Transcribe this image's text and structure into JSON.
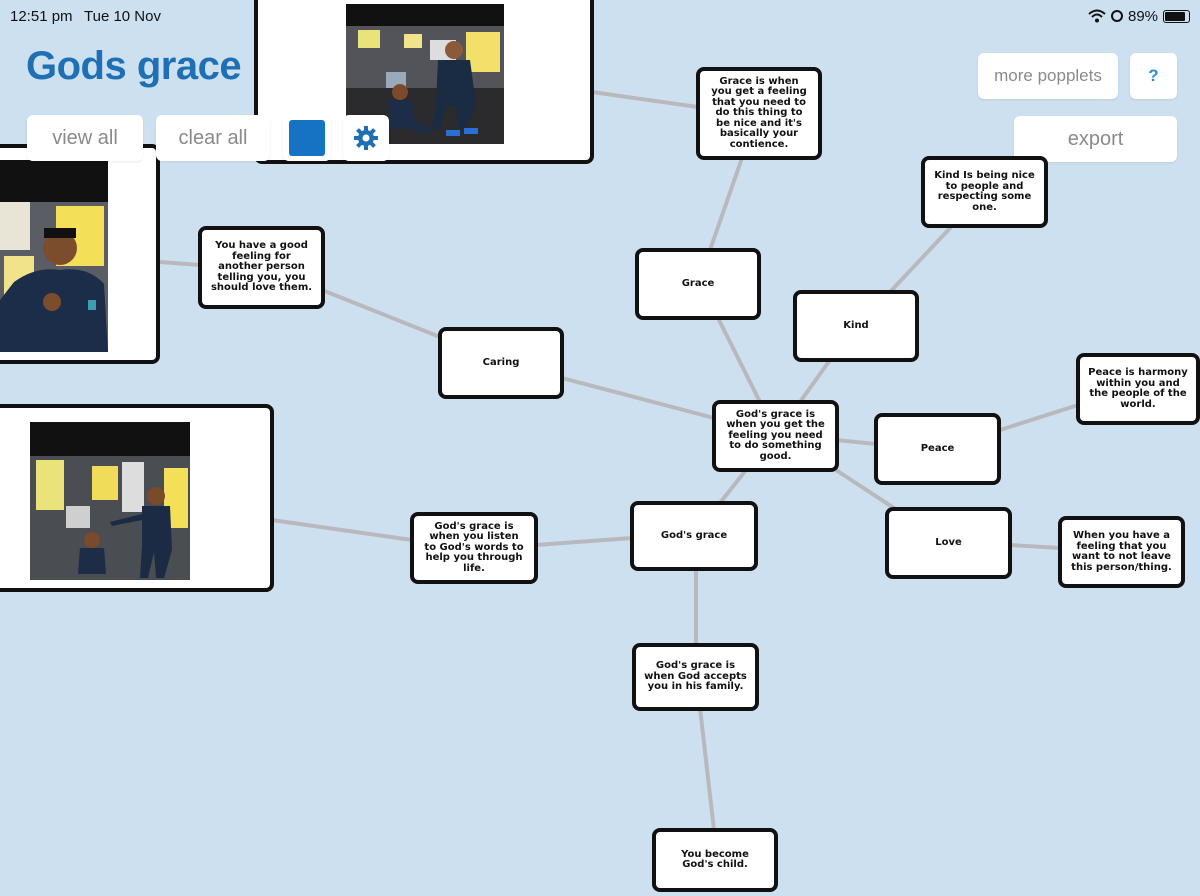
{
  "status_bar": {
    "time": "12:51 pm",
    "date": "Tue 10 Nov",
    "battery": "89%"
  },
  "board_title": "Gods grace",
  "toolbar": {
    "view_all": "view all",
    "clear_all": "clear all",
    "color_swatch": "#1673c4",
    "more_popplets": "more popplets",
    "help": "?",
    "export": "export"
  },
  "nodes": {
    "grace_definition": "Grace is when you get a feeling that you need to do this thing to be nice and it's basically your contience.",
    "kind_definition": "Kind Is being nice to people and respecting some one.",
    "grace": "Grace",
    "kind": "Kind",
    "good_feeling": "You have a good feeling for another person telling you, you should love them.",
    "caring": "Caring",
    "center": "God's grace is when you get the feeling you need to do something good.",
    "peace": "Peace",
    "peace_definition": "Peace is harmony within you and the people of the world.",
    "listen": "God's grace is when you listen to God's words to help you through life.",
    "gods_grace": "God's grace",
    "love": "Love",
    "love_definition": "When you have a feeling that you want to not leave this person/thing.",
    "accepts": "God's grace is when God accepts you in his family.",
    "child": "You become God's child."
  },
  "colors": {
    "background": "#cde0f0",
    "accent": "#1f6fb5",
    "connector": "#b8b8bc"
  }
}
